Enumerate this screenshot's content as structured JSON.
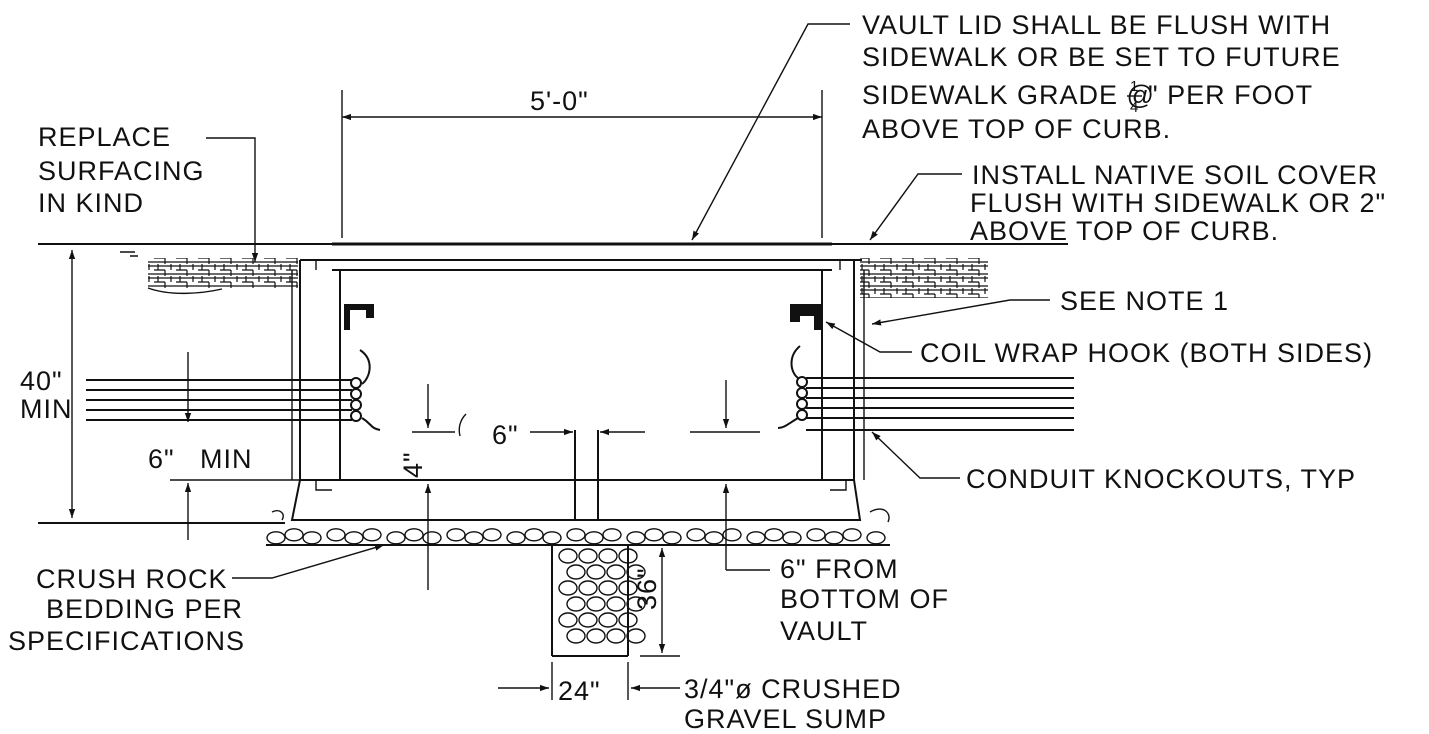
{
  "notes": {
    "vault_lid_1": "VAULT LID SHALL BE FLUSH WITH",
    "vault_lid_2": "SIDEWALK OR BE SET TO FUTURE",
    "vault_lid_3a": "SIDEWALK GRADE @",
    "vault_lid_3_num": "1",
    "vault_lid_3_den": "4",
    "vault_lid_3b": "\" PER FOOT",
    "vault_lid_4": "ABOVE TOP OF CURB.",
    "native_soil_1": "INSTALL NATIVE SOIL COVER",
    "native_soil_2": "FLUSH WITH SIDEWALK OR 2\"",
    "native_soil_3": "ABOVE TOP OF CURB.",
    "replace_1": "REPLACE",
    "replace_2": "SURFACING",
    "replace_3": "IN KIND",
    "see_note": "SEE NOTE 1",
    "coil_wrap": "COIL WRAP HOOK (BOTH SIDES)",
    "conduit": "CONDUIT KNOCKOUTS, TYP",
    "crush_1": "CRUSH ROCK",
    "crush_2": "BEDDING PER",
    "crush_3": "SPECIFICATIONS",
    "from_bottom_1": "6\" FROM",
    "from_bottom_2": "BOTTOM OF",
    "from_bottom_3": "VAULT",
    "gravel_1": "3/4\"ø CRUSHED",
    "gravel_2": "GRAVEL SUMP"
  },
  "dimensions": {
    "width": "5'-0\"",
    "depth_1": "40\"",
    "depth_2": "MIN",
    "six_min_a": "6\"",
    "six_min_b": "MIN",
    "four": "4\"",
    "six_gap": "6\"",
    "thirty_six": "36\"",
    "twenty_four": "24\""
  }
}
